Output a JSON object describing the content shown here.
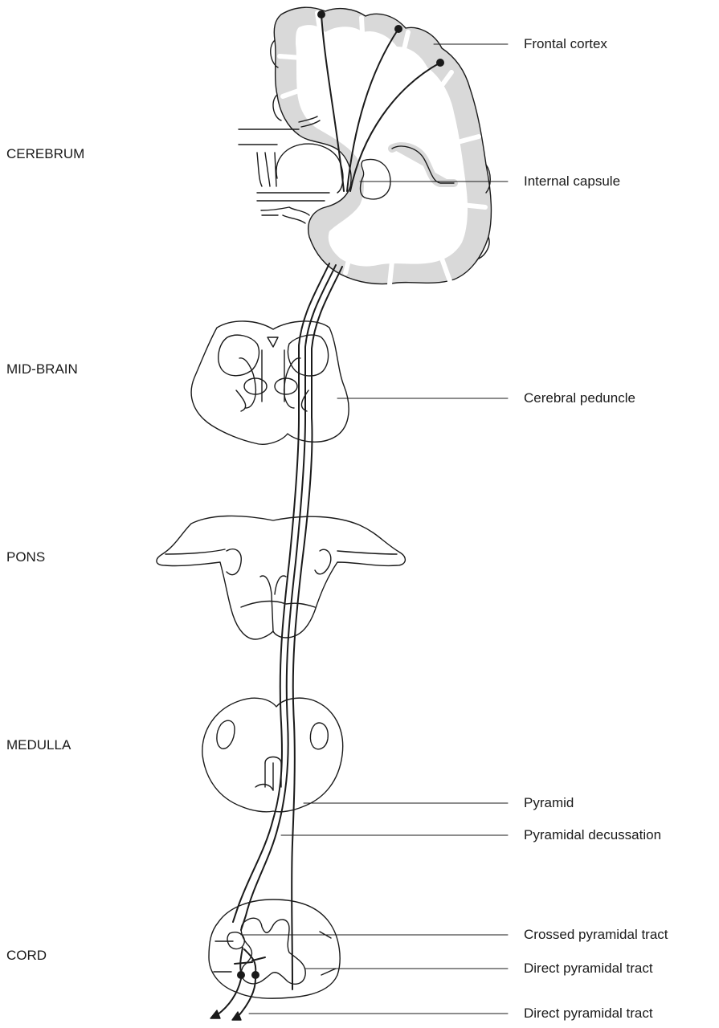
{
  "levels": {
    "cerebrum": "CEREBRUM",
    "midbrain": "MID-BRAIN",
    "pons": "PONS",
    "medulla": "MEDULLA",
    "cord": "CORD"
  },
  "callouts": {
    "frontal_cortex": "Frontal cortex",
    "internal_capsule": "Internal capsule",
    "cerebral_peduncle": "Cerebral peduncle",
    "pyramid": "Pyramid",
    "pyramidal_decussation": "Pyramidal decussation",
    "crossed_pyramidal_tract": "Crossed pyramidal tract",
    "direct_pyramidal_tract_1": "Direct pyramidal tract",
    "direct_pyramidal_tract_2": "Direct pyramidal tract"
  },
  "colors": {
    "stroke": "#1a1a1a",
    "cortex_fill": "#d9d9d9",
    "background": "#ffffff"
  }
}
